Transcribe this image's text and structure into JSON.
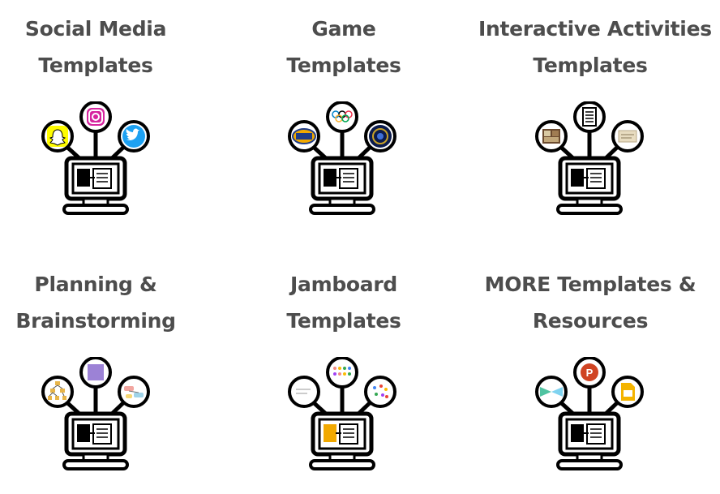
{
  "cards": [
    {
      "line1": "Social Media",
      "line2": "Templates",
      "icons": [
        "snapchat-icon",
        "instagram-icon",
        "twitter-icon"
      ]
    },
    {
      "line1": "Game",
      "line2": "Templates",
      "icons": [
        "family-feud-icon",
        "olympic-rings-icon",
        "millionaire-icon"
      ]
    },
    {
      "line1": "Interactive Activities",
      "line2": "Templates",
      "icons": [
        "photo-icon",
        "notebook-icon",
        "paper-icon"
      ]
    },
    {
      "line1": "Planning &",
      "line2": "Brainstorming",
      "icons": [
        "hierarchy-icon",
        "purple-square-icon",
        "mindmap-icon"
      ]
    },
    {
      "line1": "Jamboard",
      "line2": "Templates",
      "icons": [
        "document-icon",
        "dots-grid-icon",
        "scatter-dots-icon"
      ]
    },
    {
      "line1": "MORE Templates &",
      "line2": "Resources",
      "icons": [
        "bowtie-icon",
        "powerpoint-icon",
        "google-slides-icon"
      ]
    }
  ],
  "colors": {
    "title_text": "#4d4d4d",
    "outline": "#000000"
  }
}
